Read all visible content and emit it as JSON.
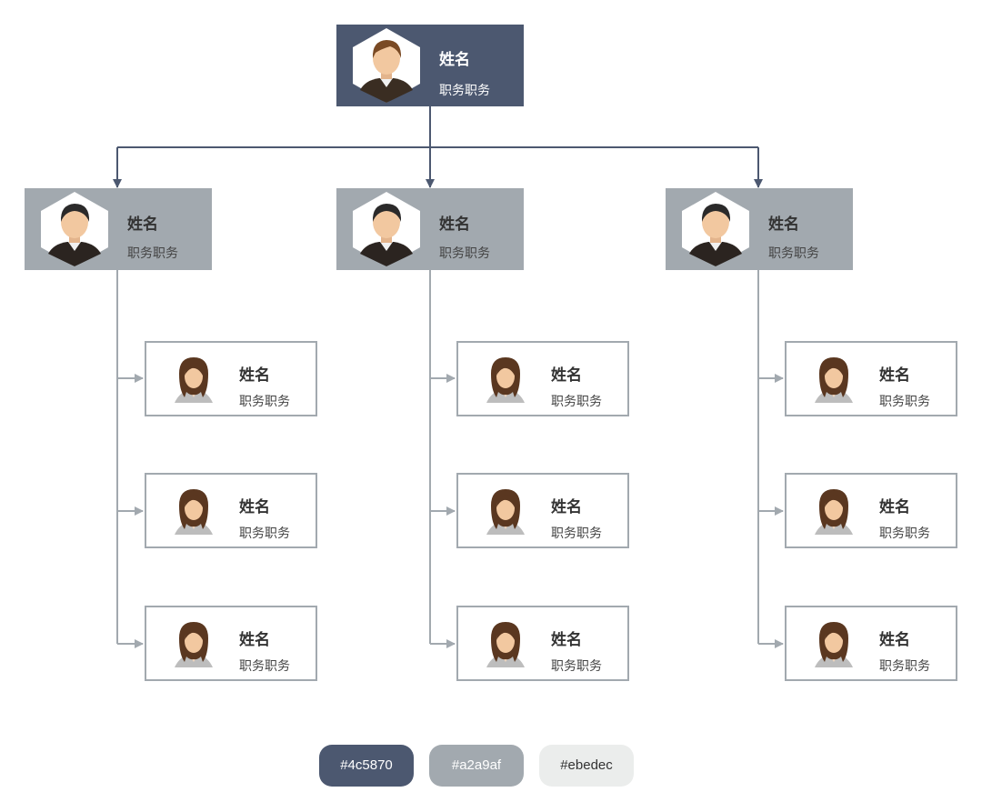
{
  "colors": {
    "primary": "#4c5870",
    "secondary": "#a2a9af",
    "tertiary": "#ebedec"
  },
  "top": {
    "name": "姓名",
    "role": "职务职务",
    "avatar": "man-avatar-icon"
  },
  "columns": [
    {
      "head": {
        "name": "姓名",
        "role": "职务职务",
        "avatar": "man-avatar-icon"
      },
      "members": [
        {
          "name": "姓名",
          "role": "职务职务",
          "avatar": "woman-avatar-icon"
        },
        {
          "name": "姓名",
          "role": "职务职务",
          "avatar": "woman-avatar-icon"
        },
        {
          "name": "姓名",
          "role": "职务职务",
          "avatar": "woman-avatar-icon"
        }
      ]
    },
    {
      "head": {
        "name": "姓名",
        "role": "职务职务",
        "avatar": "man-avatar-icon"
      },
      "members": [
        {
          "name": "姓名",
          "role": "职务职务",
          "avatar": "woman-avatar-icon"
        },
        {
          "name": "姓名",
          "role": "职务职务",
          "avatar": "woman-avatar-icon"
        },
        {
          "name": "姓名",
          "role": "职务职务",
          "avatar": "woman-avatar-icon"
        }
      ]
    },
    {
      "head": {
        "name": "姓名",
        "role": "职务职务",
        "avatar": "man-avatar-icon"
      },
      "members": [
        {
          "name": "姓名",
          "role": "职务职务",
          "avatar": "woman-avatar-icon"
        },
        {
          "name": "姓名",
          "role": "职务职务",
          "avatar": "woman-avatar-icon"
        },
        {
          "name": "姓名",
          "role": "职务职务",
          "avatar": "woman-avatar-icon"
        }
      ]
    }
  ],
  "palette": [
    {
      "label": "#4c5870",
      "color": "#4c5870"
    },
    {
      "label": "#a2a9af",
      "color": "#a2a9af"
    },
    {
      "label": "#ebedec",
      "color": "#ebedec"
    }
  ]
}
